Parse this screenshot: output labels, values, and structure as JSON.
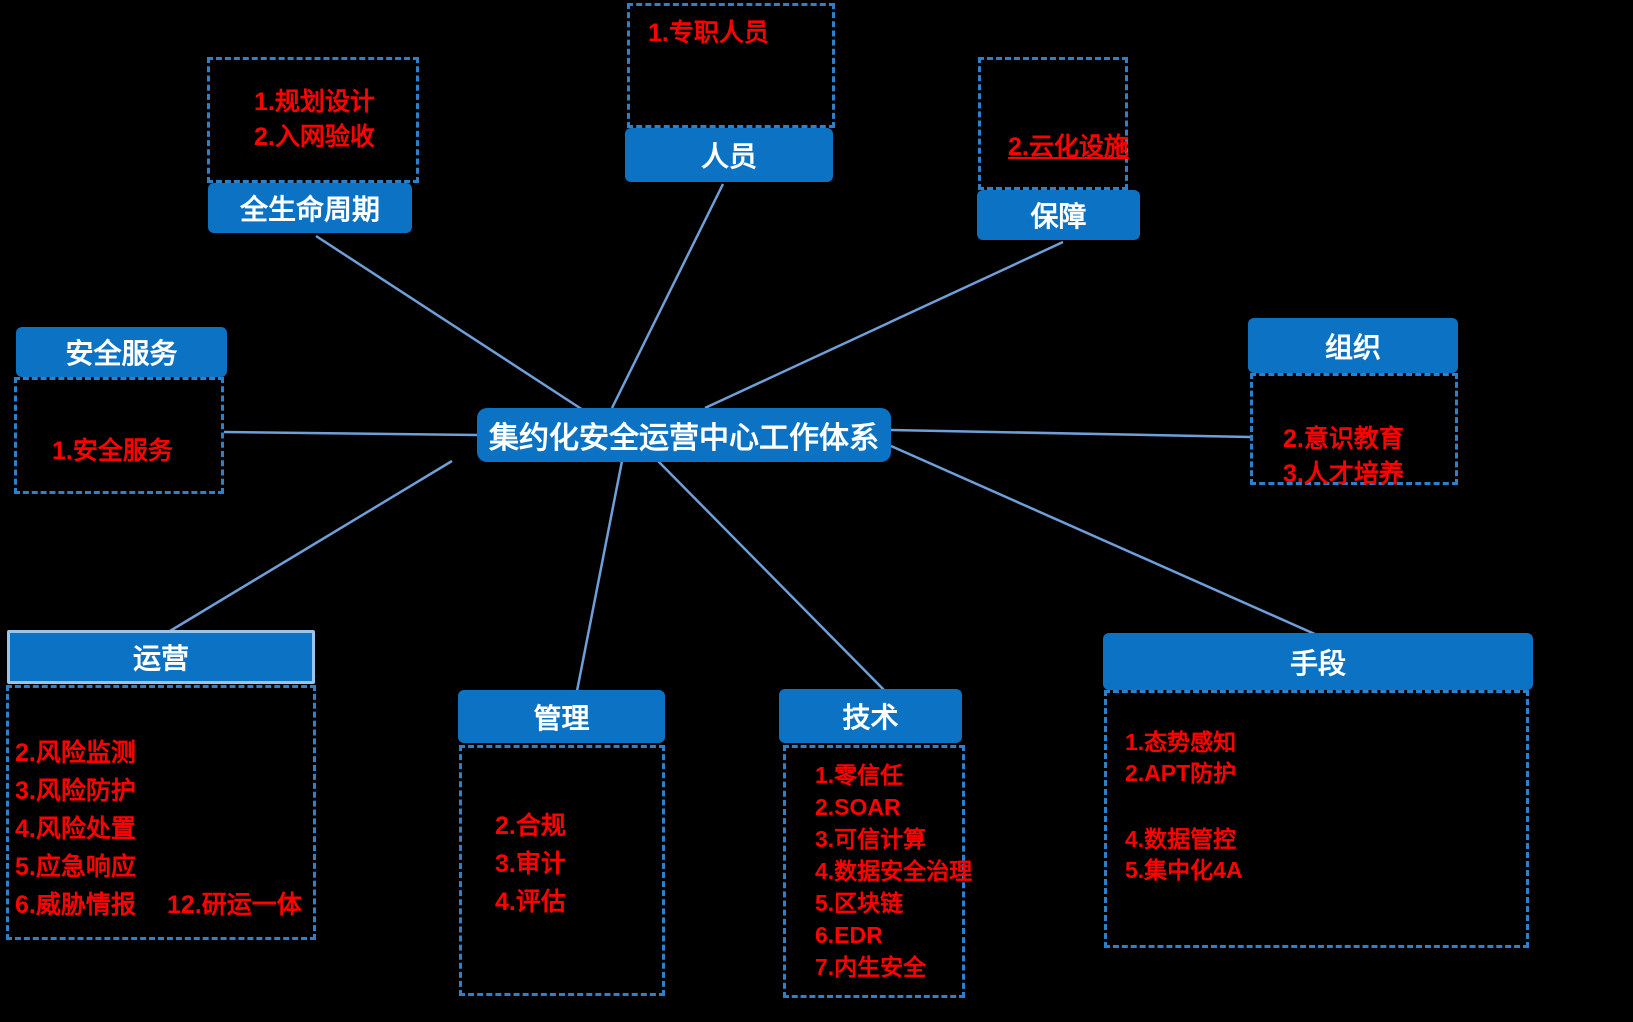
{
  "colors": {
    "header_blue": "#0b72c4",
    "dash_blue": "#2e80c9",
    "connector_blue": "#6f9fd8",
    "item_red": "#ff0000",
    "operations_header_border": "#9dc3e6"
  },
  "center": {
    "title": "集约化安全运营中心工作体系"
  },
  "boxes": {
    "lifecycle": {
      "title": "全生命周期",
      "items": [
        "1.规划设计",
        "2.入网验收"
      ]
    },
    "personnel": {
      "title": "人员",
      "items": [
        "1.专职人员"
      ]
    },
    "support": {
      "title": "保障",
      "items": [
        "2.云化设施"
      ]
    },
    "organization": {
      "title": "组织",
      "items": [
        "2.意识教育",
        "3.人才培养"
      ]
    },
    "security_service": {
      "title": "安全服务",
      "items": [
        "1.安全服务"
      ]
    },
    "operations": {
      "title": "运营",
      "items": [
        "2.风险监测",
        "3.风险防护",
        "4.风险处置",
        "5.应急响应",
        "6.威胁情报",
        "12.研运一体"
      ]
    },
    "management": {
      "title": "管理",
      "items": [
        "2.合规",
        "3.审计",
        "4.评估"
      ]
    },
    "technology": {
      "title": "技术",
      "items": [
        "1.零信任",
        "2.SOAR",
        "3.可信计算",
        "4.数据安全治理",
        "5.区块链",
        "6.EDR",
        "7.内生安全"
      ]
    },
    "means": {
      "title": "手段",
      "items": [
        "1.态势感知",
        "2.APT防护",
        "4.数据管控",
        "5.集中化4A"
      ]
    }
  }
}
